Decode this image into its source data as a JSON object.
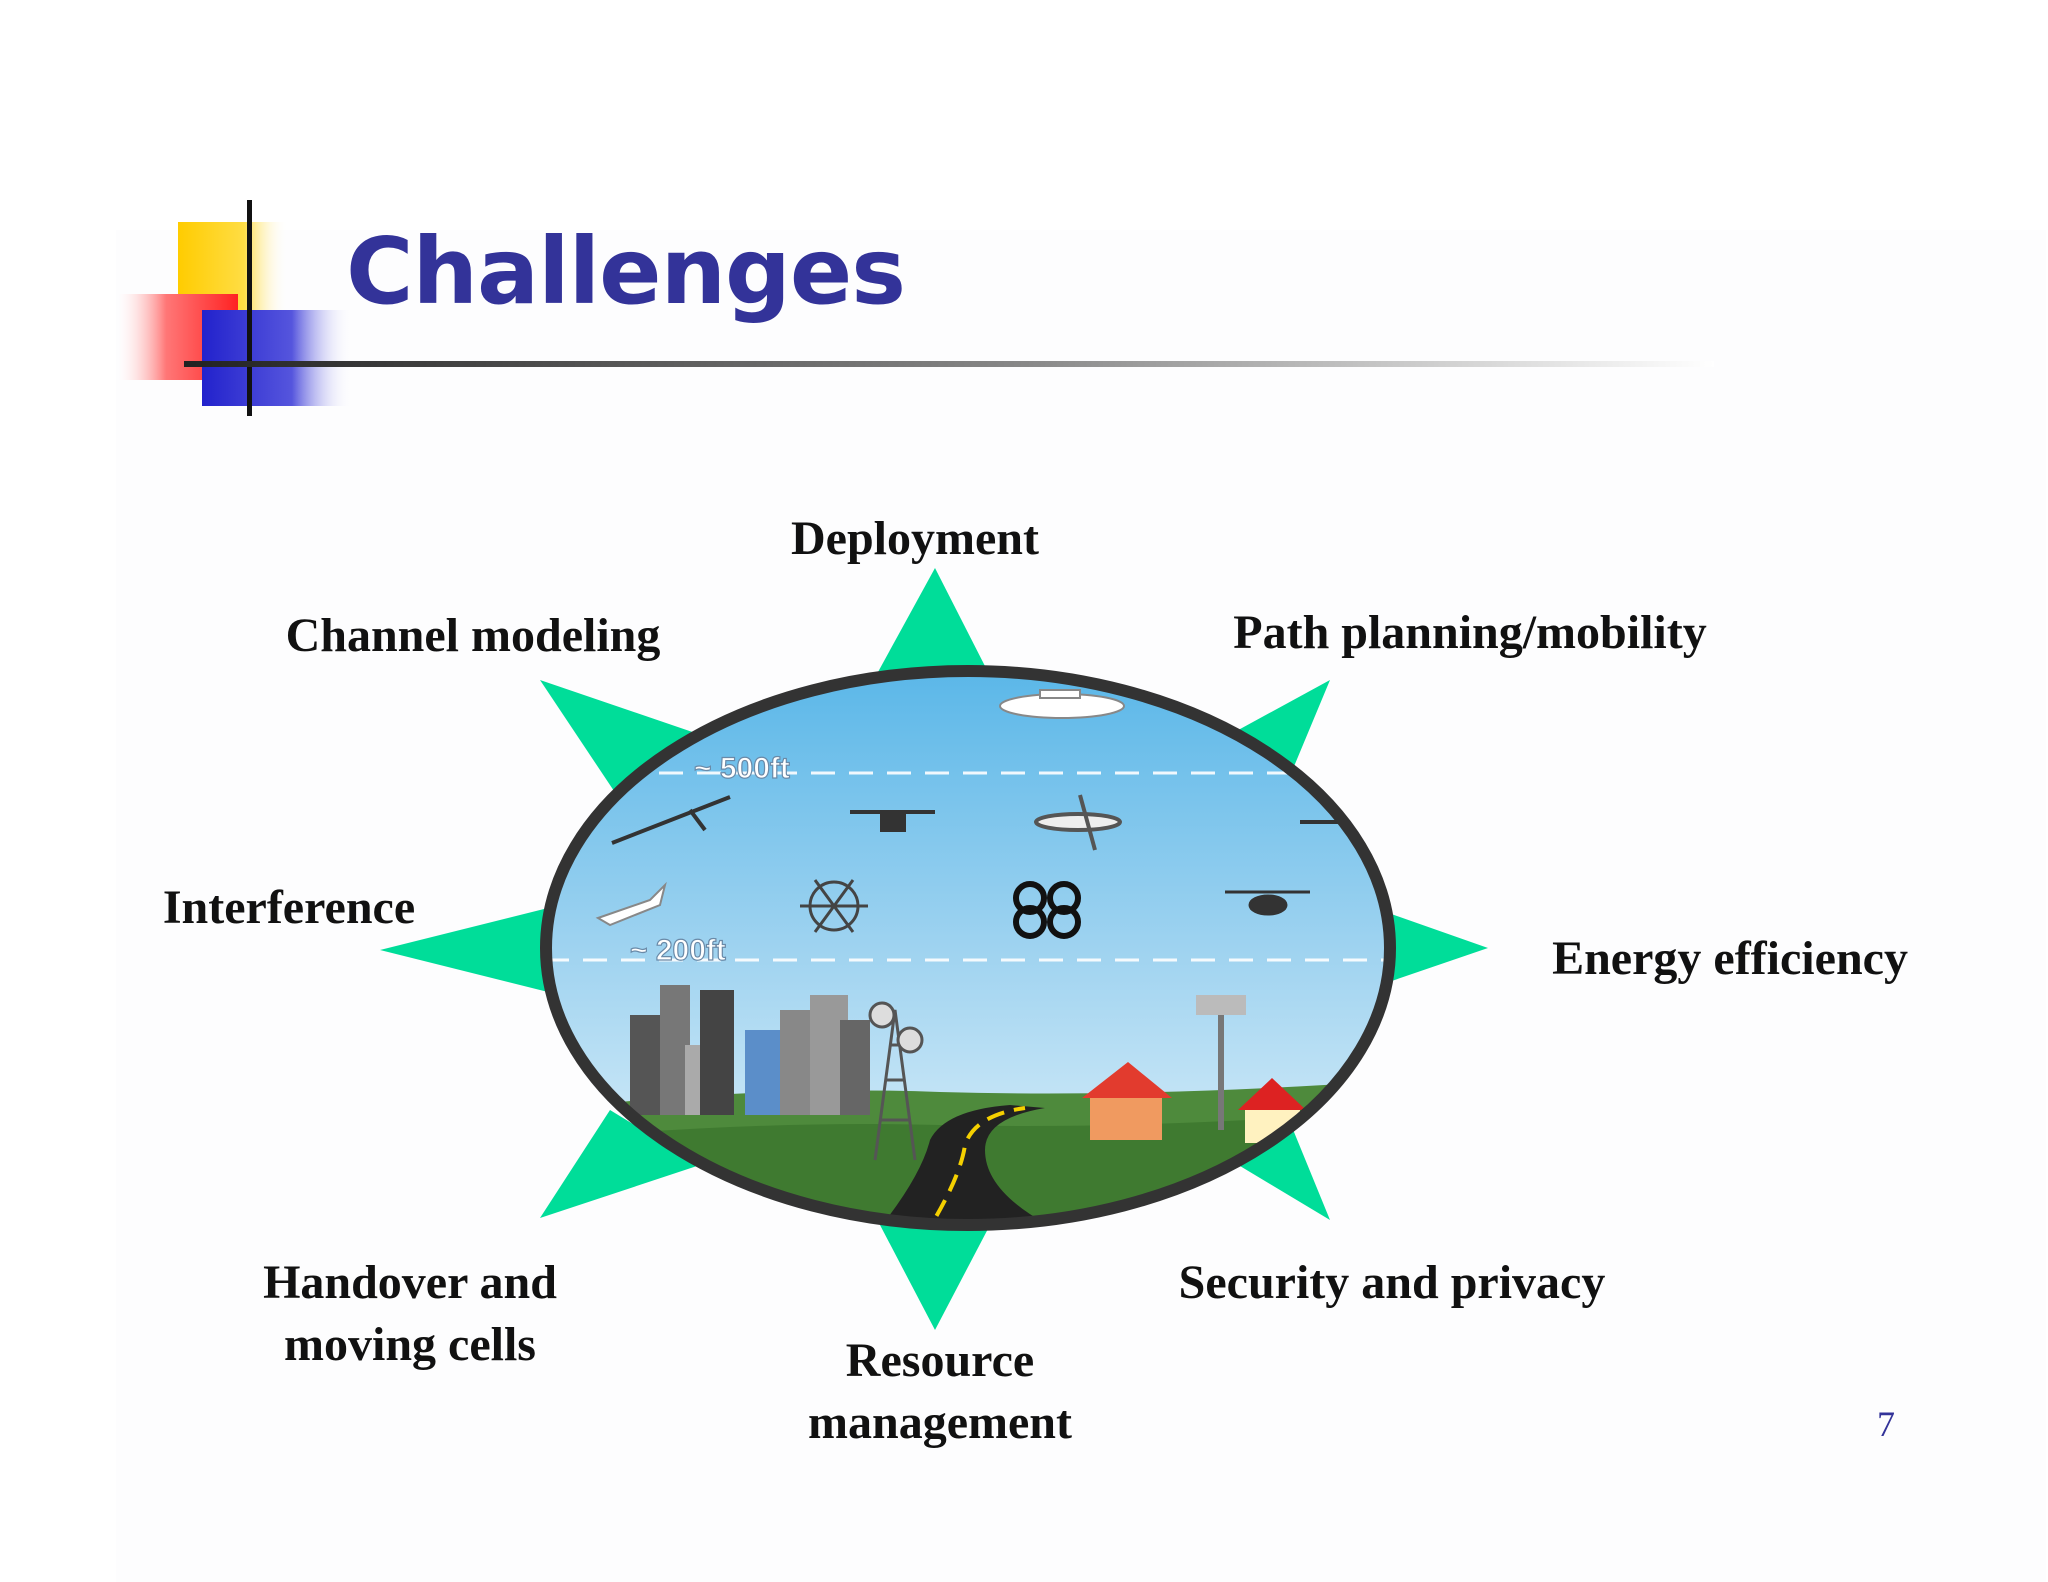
{
  "slide": {
    "title": "Challenges",
    "page_number": "7"
  },
  "diagram": {
    "labels": {
      "deployment": "Deployment",
      "channel_modeling": "Channel modeling",
      "path_planning": "Path planning/mobility",
      "interference": "Interference",
      "energy_efficiency": "Energy efficiency",
      "handover": "Handover and moving cells",
      "security": "Security and privacy",
      "resource": "Resource management"
    },
    "altitude_markers": [
      "~ 500ft",
      "~ 200ft"
    ]
  },
  "colors": {
    "title": "#333399",
    "star_rays": "#00dd99",
    "sky": "#9fd3f0",
    "ground": "#4e8a3c"
  }
}
